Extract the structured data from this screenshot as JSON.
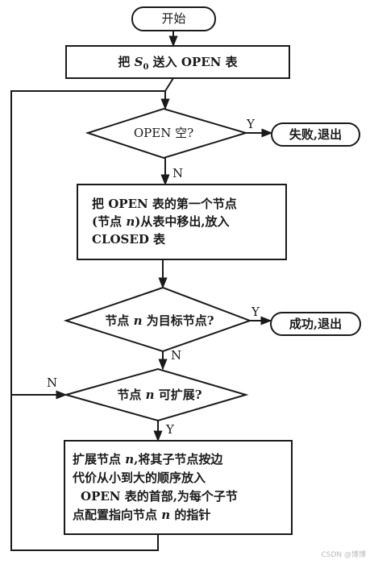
{
  "nodes": {
    "start": "开始",
    "put_s0": {
      "pre": "把 ",
      "sym": "S",
      "sub": "0",
      "post": " 送入 OPEN 表"
    },
    "open_empty": "OPEN 空?",
    "fail_exit": "失败,退出",
    "move_closed": {
      "line1": "把 OPEN 表的第一个节点",
      "line2_a": "(节点 ",
      "line2_var": "n",
      "line2_b": ")从表中移出,放入",
      "line3": "CLOSED 表"
    },
    "is_goal": {
      "pre": "节点 ",
      "var": "n",
      "post": " 为目标节点?"
    },
    "success_exit": "成功,退出",
    "expandable": {
      "pre": "节点 ",
      "var": "n",
      "post": " 可扩展?"
    },
    "expand": {
      "line1_a": "扩展节点 ",
      "line1_var": "n",
      "line1_b": ",将其子节点按边",
      "line2": "代价从小到大的顺序放入",
      "line3": "OPEN 表的首部,为每个子节",
      "line4_a": "点配置指向节点 ",
      "line4_var": "n",
      "line4_b": " 的指针"
    }
  },
  "edge_labels": {
    "open_empty_yes": "Y",
    "open_empty_no": "N",
    "is_goal_yes": "Y",
    "is_goal_no": "N",
    "expandable_no": "N",
    "expandable_yes": "Y"
  },
  "watermark": "CSDN @博博",
  "colors": {
    "ink": "#1a1a1a",
    "paper": "#ffffff",
    "watermark": "#b9b9b9"
  }
}
